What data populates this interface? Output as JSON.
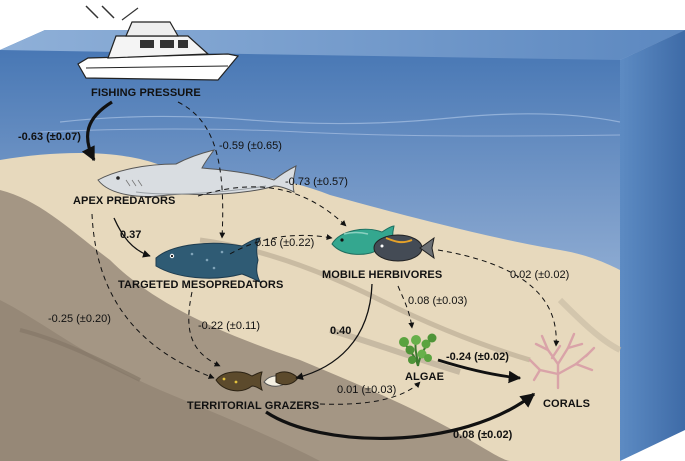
{
  "nodes": {
    "fishing_pressure": "FISHING PRESSURE",
    "apex_predators": "APEX PREDATORS",
    "targeted_mesopredators": "TARGETED MESOPREDATORS",
    "mobile_herbivores": "MOBILE HERBIVORES",
    "territorial_grazers": "TERRITORIAL GRAZERS",
    "algae": "ALGAE",
    "corals": "CORALS"
  },
  "paths": [
    {
      "id": "fishing-to-apex",
      "from": "FISHING PRESSURE",
      "to": "APEX PREDATORS",
      "coefficient": "-0.63 (±0.07)",
      "significant": true
    },
    {
      "id": "fishing-to-mesopredators",
      "from": "FISHING PRESSURE",
      "to": "TARGETED MESOPREDATORS",
      "coefficient": "-0.59 (±0.65)",
      "significant": false
    },
    {
      "id": "apex-to-mobile-herbivores",
      "from": "APEX PREDATORS",
      "to": "MOBILE HERBIVORES",
      "coefficient": "-0.73 (±0.57)",
      "significant": false
    },
    {
      "id": "apex-to-mesopredators",
      "from": "APEX PREDATORS",
      "to": "TARGETED MESOPREDATORS",
      "coefficient": "0.37",
      "significant": true
    },
    {
      "id": "mesopredators-to-mobile-herbivores",
      "from": "TARGETED MESOPREDATORS",
      "to": "MOBILE HERBIVORES",
      "coefficient": "0.16 (±0.22)",
      "significant": false
    },
    {
      "id": "apex-to-territorial-grazers",
      "from": "APEX PREDATORS",
      "to": "TERRITORIAL GRAZERS",
      "coefficient": "-0.25 (±0.20)",
      "significant": false
    },
    {
      "id": "mesopredators-to-territorial-grazers",
      "from": "TARGETED MESOPREDATORS",
      "to": "TERRITORIAL GRAZERS",
      "coefficient": "-0.22 (±0.11)",
      "significant": false
    },
    {
      "id": "mobile-herbivores-to-territorial-grazers",
      "from": "MOBILE HERBIVORES",
      "to": "TERRITORIAL GRAZERS",
      "coefficient": "0.40",
      "significant": true
    },
    {
      "id": "mobile-herbivores-to-algae",
      "from": "MOBILE HERBIVORES",
      "to": "ALGAE",
      "coefficient": "0.08 (±0.03)",
      "significant": false
    },
    {
      "id": "mobile-herbivores-to-corals",
      "from": "MOBILE HERBIVORES",
      "to": "CORALS",
      "coefficient": "0.02 (±0.02)",
      "significant": false
    },
    {
      "id": "algae-to-corals",
      "from": "ALGAE",
      "to": "CORALS",
      "coefficient": "-0.24 (±0.02)",
      "significant": true
    },
    {
      "id": "territorial-grazers-to-algae",
      "from": "TERRITORIAL GRAZERS",
      "to": "ALGAE",
      "coefficient": "0.01 (±0.03)",
      "significant": false
    },
    {
      "id": "territorial-grazers-to-corals",
      "from": "TERRITORIAL GRAZERS",
      "to": "CORALS",
      "coefficient": "0.08 (±0.02)",
      "significant": true
    }
  ],
  "colors": {
    "sky": "#ffffff",
    "water_top": "#3f6fae",
    "water_bottom": "#b7cde6",
    "water_side": "#4f7fba",
    "sand": "#e6d8bc",
    "sand_dark": "#a29483",
    "sand_mid": "#cdbfa8",
    "arrow": "#111111"
  },
  "icons": [
    "fishing-boat-icon",
    "shark-icon",
    "grouper-icon",
    "parrotfish-icon",
    "surgeonfish-icon",
    "damselfish-icon",
    "algae-icon",
    "coral-icon"
  ]
}
